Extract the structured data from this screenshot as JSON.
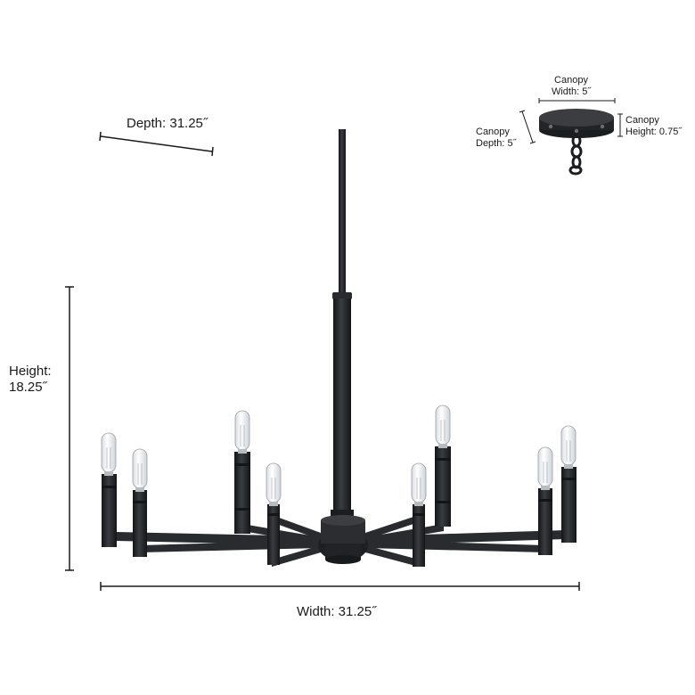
{
  "dimensions": {
    "depth": "Depth: 31.25˝",
    "height_line1": "Height:",
    "height_line2": "18.25˝",
    "width": "Width: 31.25˝"
  },
  "canopy": {
    "width_line1": "Canopy",
    "width_line2": "Width: 5˝",
    "depth_line1": "Canopy",
    "depth_line2": "Depth: 5˝",
    "height_line1": "Canopy",
    "height_line2": "Height: 0.75˝"
  },
  "colors": {
    "finish": "#222326",
    "bulb_glass": "#eef0f2",
    "dimension_line": "#1a1a1a"
  }
}
